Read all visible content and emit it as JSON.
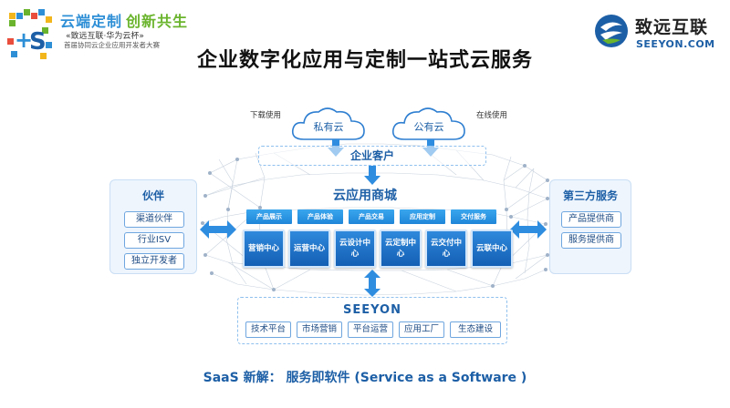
{
  "event": {
    "title_part1": "云端定制",
    "title_part2": "创新共生",
    "subtitle": "«致远互联·华为云杯»",
    "caption": "首届协同云企业应用开发者大赛"
  },
  "brand": {
    "name_cn": "致远互联",
    "name_en": "SEEYON.COM"
  },
  "page_title": "企业数字化应用与定制一站式云服务",
  "clouds": {
    "private": "私有云",
    "public": "公有云",
    "download_note": "下载使用",
    "online_note": "在线使用"
  },
  "customer_label": "企业客户",
  "partners": {
    "title": "伙伴",
    "items": [
      "渠道伙伴",
      "行业ISV",
      "独立开发者"
    ]
  },
  "third_party": {
    "title": "第三方服务",
    "items": [
      "产品提供商",
      "服务提供商"
    ]
  },
  "store": {
    "title": "云应用商城",
    "features": [
      "产品展示",
      "产品体验",
      "产品交易",
      "应用定制",
      "交付服务"
    ],
    "centers": [
      "营销中心",
      "运营中心",
      "云设计中心",
      "云定制中心",
      "云交付中心",
      "云联中心"
    ]
  },
  "seeyon": {
    "title": "SEEYON",
    "items": [
      "技术平台",
      "市场营销",
      "平台运营",
      "应用工厂",
      "生态建设"
    ]
  },
  "tagline": "SaaS 新解： 服务即软件 (Service as a Software )",
  "colors": {
    "primary_blue": "#1d5fa6",
    "tile_blue": "#135fb4",
    "accent_green": "#6ab42d",
    "tab_blue": "#1f86d8"
  }
}
